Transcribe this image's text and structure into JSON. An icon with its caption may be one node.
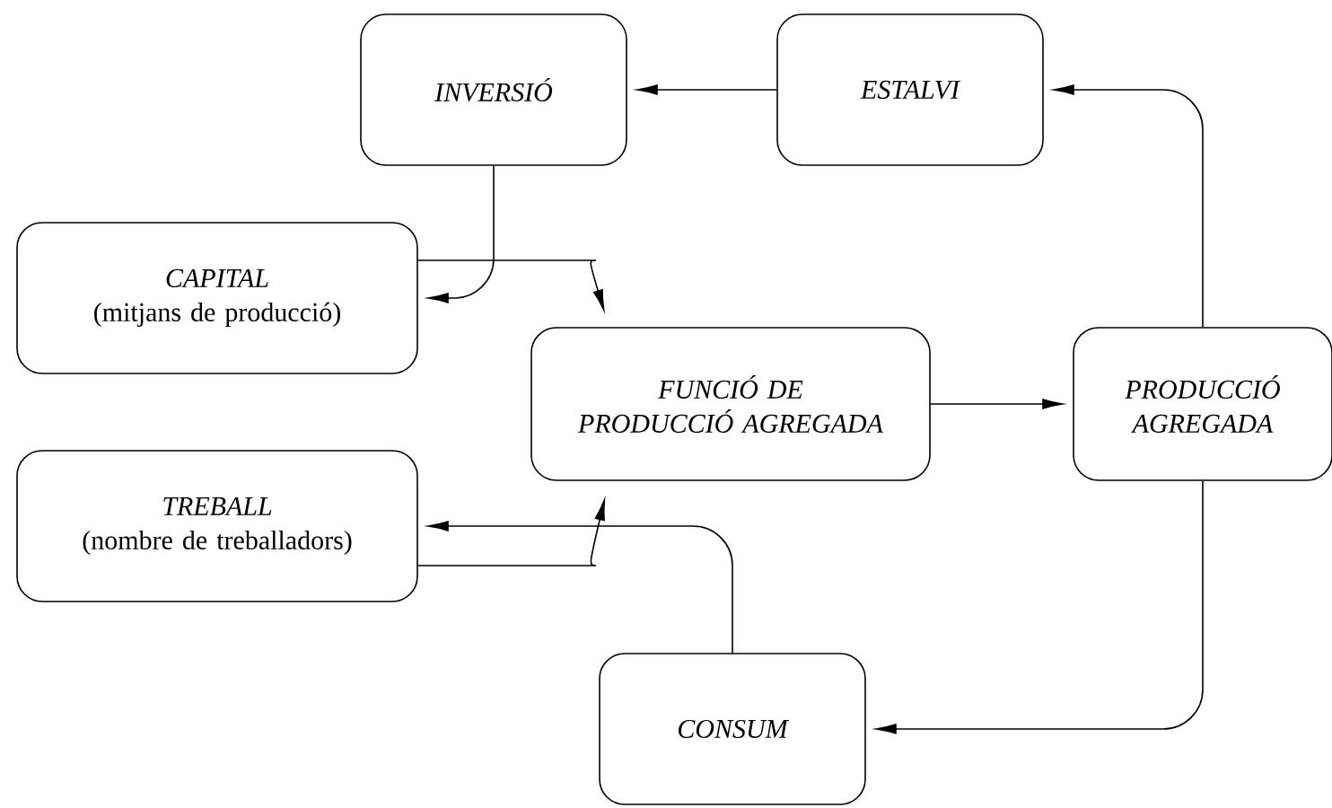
{
  "diagram": {
    "nodes": [
      {
        "text": [
          "INVERSIÓ"
        ]
      },
      {
        "text": [
          "ESTALVI"
        ]
      },
      {
        "text": [
          "CAPITAL",
          "(mitjans de producció)"
        ]
      },
      {
        "text": [
          "FUNCIÓ DE PRODUCCIÓ AGREGADA"
        ]
      },
      {
        "text": [
          "PRODUCCIÓ AGREGADA"
        ]
      },
      {
        "text": [
          "TREBALL",
          "(nombre de treballadors)"
        ]
      },
      {
        "text": [
          "CONSUM"
        ]
      }
    ],
    "edges": [
      {
        "from": 1,
        "to": 0,
        "arrow": "to"
      },
      {
        "from": 0,
        "to": 2,
        "arrow": "to"
      },
      {
        "from": 2,
        "to": 3,
        "arrow": "to"
      },
      {
        "from": 5,
        "to": 3,
        "arrow": "to"
      },
      {
        "from": 3,
        "to": 4,
        "arrow": "to"
      },
      {
        "from": 4,
        "to": 1,
        "arrow": "to"
      },
      {
        "from": 4,
        "to": 6,
        "arrow": "to"
      },
      {
        "from": 6,
        "to": 5,
        "arrow": "to"
      }
    ]
  }
}
